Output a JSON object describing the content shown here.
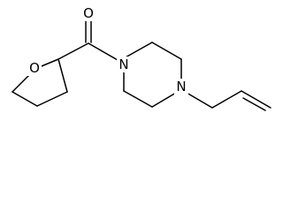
{
  "structure": {
    "atoms": {
      "carbonyl_oxygen": "O",
      "ring_oxygen": "O",
      "piperazine_n1": "N",
      "piperazine_n4": "N"
    },
    "colors": {
      "bond": "#000000",
      "label": "#000000",
      "background": "#ffffff"
    }
  }
}
